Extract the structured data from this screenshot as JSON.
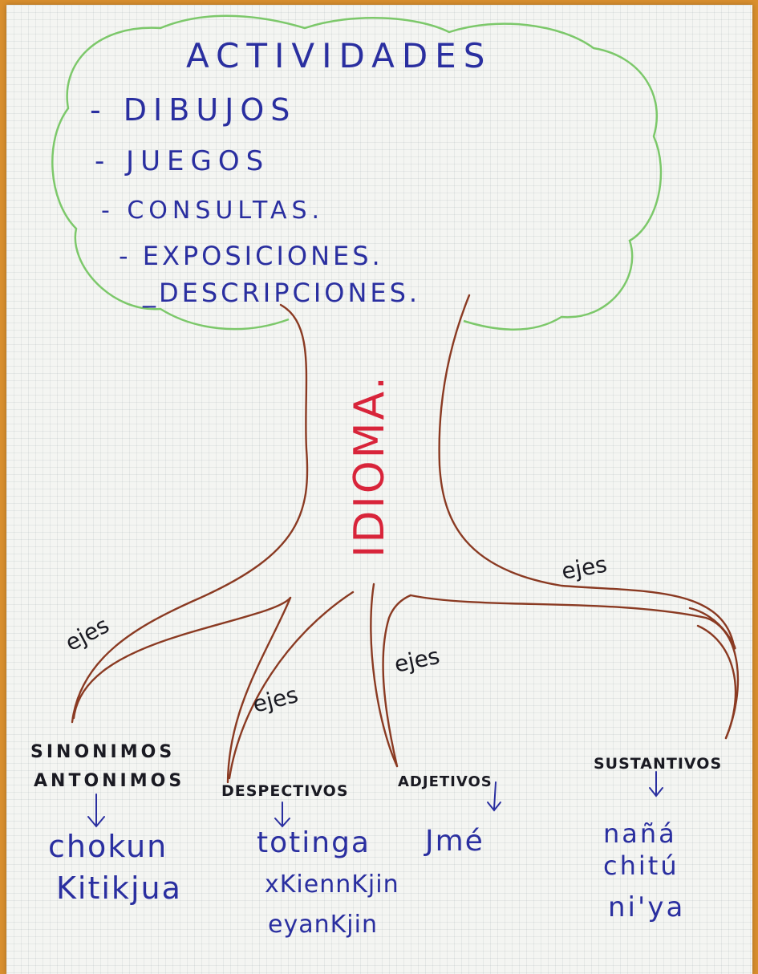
{
  "canopy": {
    "title": "ACTIVIDADES",
    "items": [
      "- DIBUJOS",
      "- JUEGOS",
      "- CONSULTAS.",
      "- EXPOSICIONES.",
      "_DESCRIPCIONES."
    ]
  },
  "trunk": {
    "label": "IDIOMA."
  },
  "root_labels": [
    "ejes",
    "ejes",
    "ejes",
    "ejes"
  ],
  "categories": {
    "sinonimos": {
      "line1": "SINONIMOS",
      "line2": "ANTONIMOS",
      "words": [
        "chokun",
        "Kitikjua"
      ]
    },
    "despectivos": {
      "label": "DESPECTIVOS",
      "words": [
        "totinga",
        "xKiennKjin",
        "eyanKjin"
      ]
    },
    "adjetivos": {
      "label": "ADJETIVOS",
      "words": [
        "Jmé"
      ]
    },
    "sustantivos": {
      "label": "SUSTANTIVOS",
      "words": [
        "nañá",
        "chitú",
        "ni'ya"
      ]
    }
  },
  "colors": {
    "canopy_outline": "#7cc86a",
    "trunk": "#8a3a22",
    "ink_blue": "#2a2fa0",
    "ink_black": "#1a1a22",
    "ink_red": "#d8243a"
  }
}
